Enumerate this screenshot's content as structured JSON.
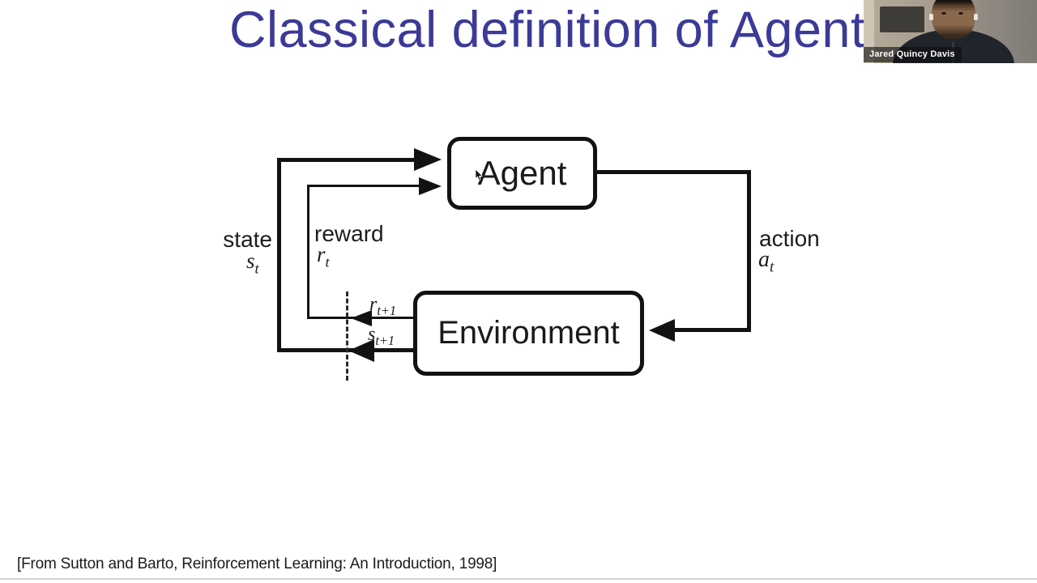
{
  "slide": {
    "title": "Classical definition of Agent",
    "citation": "[From Sutton and Barto, Reinforcement Learning: An Introduction, 1998]"
  },
  "diagram": {
    "agent_label": "Agent",
    "environment_label": "Environment",
    "state_label": "state",
    "reward_label": "reward",
    "action_label": "action",
    "state_var": {
      "base": "s",
      "sub": "t"
    },
    "reward_var": {
      "base": "r",
      "sub": "t"
    },
    "action_var": {
      "base": "a",
      "sub": "t"
    },
    "next_reward_var": {
      "base": "r",
      "sub": "t+1"
    },
    "next_state_var": {
      "base": "s",
      "sub": "t+1"
    }
  },
  "colors": {
    "title": "#3b3a97",
    "diagram_ink": "#121212",
    "footer_line": "#cdd5de"
  },
  "webcam": {
    "participant_name": "Jared Quincy Davis"
  }
}
